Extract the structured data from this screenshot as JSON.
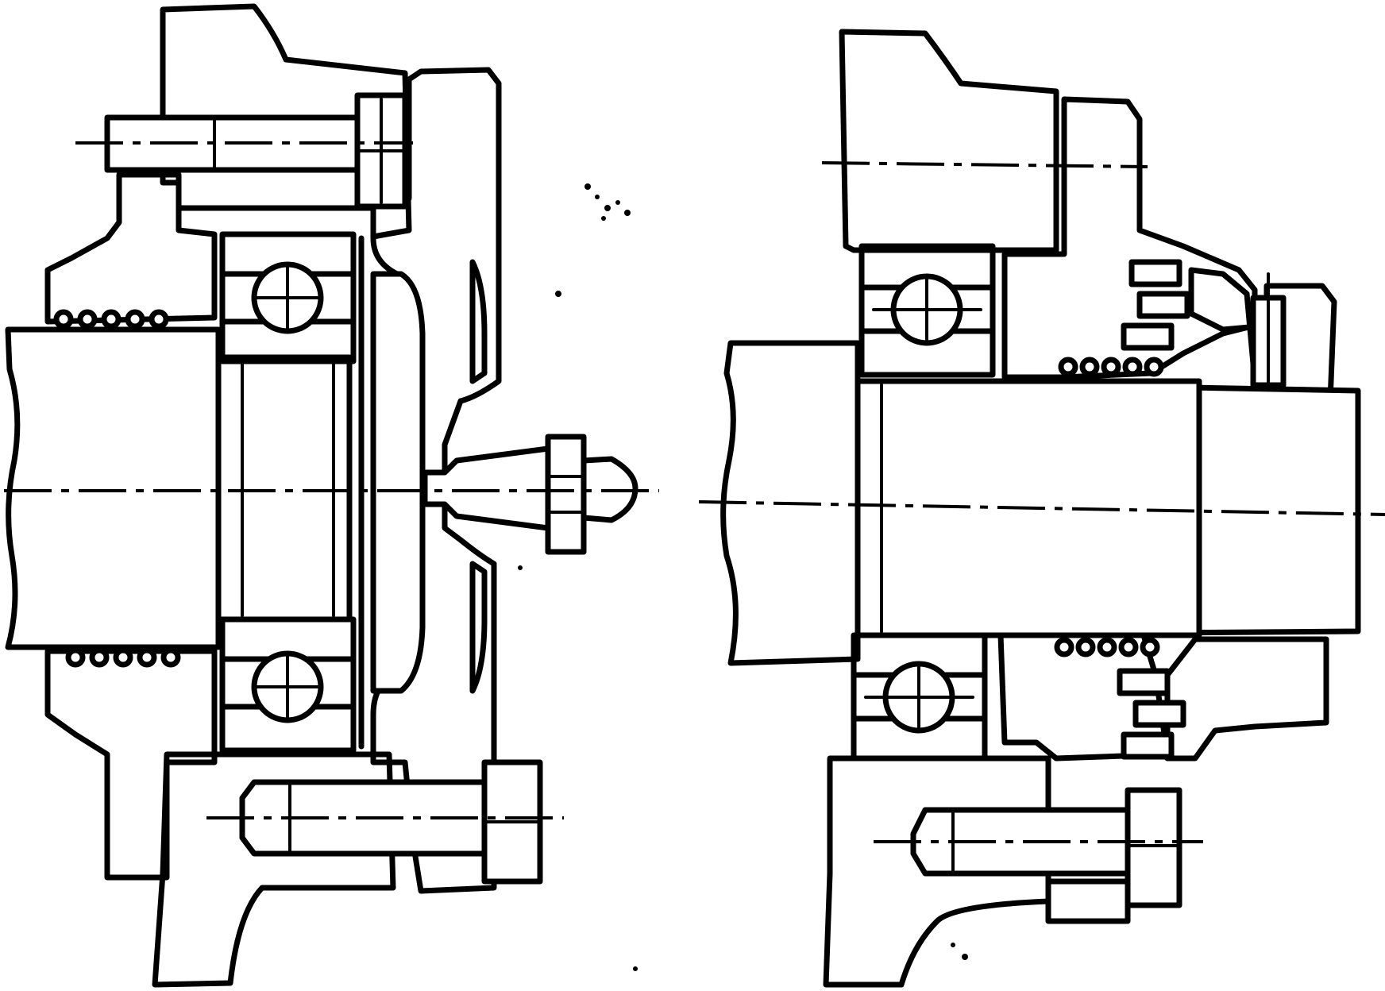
{
  "figure": {
    "views": [
      {
        "id": "left-view",
        "content": "bearing-housing-with-grease-nipple"
      },
      {
        "id": "right-view",
        "content": "bearing-housing-with-threaded-seal-cap"
      }
    ],
    "colors": {
      "ink": "#000000",
      "paper": "#ffffff"
    }
  }
}
